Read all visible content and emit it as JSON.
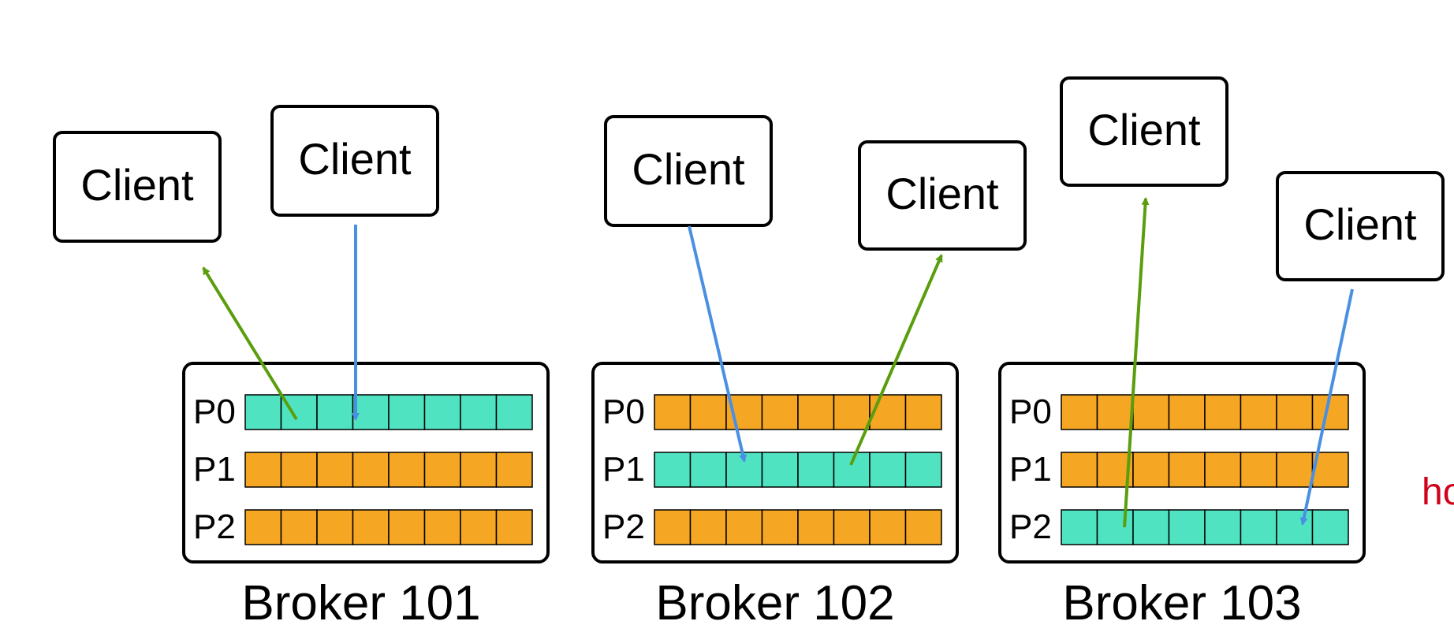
{
  "colors": {
    "leader_partition": "#50E3C2",
    "follower_partition": "#F5A623",
    "read_arrow": "#5A9E0E",
    "write_arrow": "#4A90E2",
    "stroke": "#000000"
  },
  "client_label": "Client",
  "brokers": [
    {
      "label": "Broker 101",
      "partitions": [
        "P0",
        "P1",
        "P2"
      ],
      "leader_partition": "P0"
    },
    {
      "label": "Broker 102",
      "partitions": [
        "P0",
        "P1",
        "P2"
      ],
      "leader_partition": "P1"
    },
    {
      "label": "Broker 103",
      "partitions": [
        "P0",
        "P1",
        "P2"
      ],
      "leader_partition": "P2"
    }
  ],
  "cropped_text": "ho"
}
